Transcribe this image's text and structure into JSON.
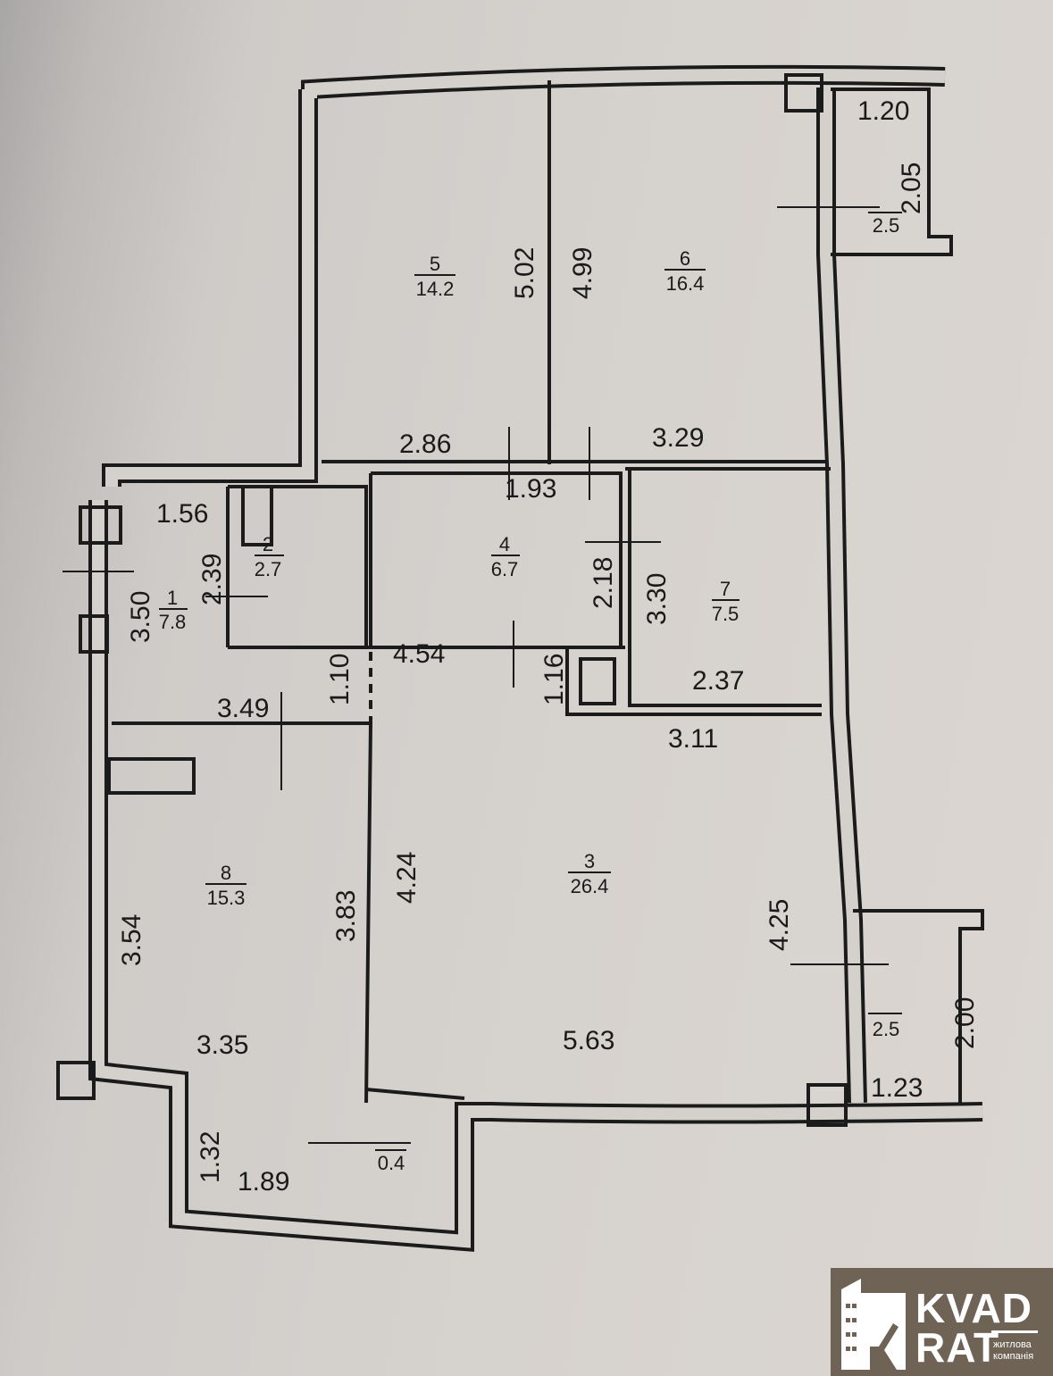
{
  "rooms": [
    {
      "number": "1",
      "area": "7.8"
    },
    {
      "number": "2",
      "area": "2.7"
    },
    {
      "number": "3",
      "area": "26.4"
    },
    {
      "number": "4",
      "area": "6.7"
    },
    {
      "number": "5",
      "area": "14.2"
    },
    {
      "number": "6",
      "area": "16.4"
    },
    {
      "number": "7",
      "area": "7.5"
    },
    {
      "number": "8",
      "area": "15.3"
    }
  ],
  "balconies": [
    {
      "area": "2.5"
    },
    {
      "area": "2.5"
    },
    {
      "area": "0.4"
    }
  ],
  "dimensions": {
    "d120": "1.20",
    "d205": "2.05",
    "d502": "5.02",
    "d499": "4.99",
    "d286": "2.86",
    "d329": "3.29",
    "d193": "1.93",
    "d218": "2.18",
    "d156": "1.56",
    "d239": "2.39",
    "d350": "3.50",
    "d330": "3.30",
    "d454": "4.54",
    "d110": "1.10",
    "d116": "1.16",
    "d237": "2.37",
    "d349": "3.49",
    "d311": "3.11",
    "d424": "4.24",
    "d354": "3.54",
    "d383": "3.83",
    "d425": "4.25",
    "d200": "2.00",
    "d335": "3.35",
    "d563": "5.63",
    "d123": "1.23",
    "d132": "1.32",
    "d189": "1.89"
  },
  "logo": {
    "line1": "KVAD",
    "line2": "RAT",
    "tagline1": "житлова",
    "tagline2": "компанія"
  }
}
